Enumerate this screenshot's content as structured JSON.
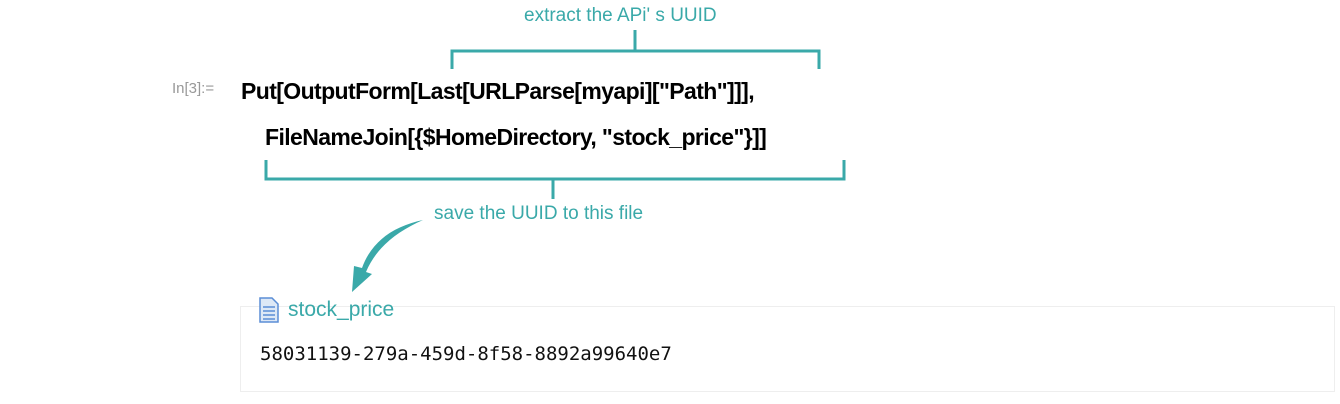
{
  "annotations": {
    "top": "extract the APi' s UUID",
    "bottom": "save the UUID to this file"
  },
  "cell": {
    "label": "In[3]:=",
    "line1": "Put[OutputForm[Last[URLParse[myapi][\"Path\"]]],",
    "line2": "FileNameJoin[{$HomeDirectory, \"stock_price\"}]]"
  },
  "file": {
    "icon": "document-icon",
    "name": "stock_price",
    "content": "58031139-279a-459d-8f58-8892a99640e7"
  },
  "colors": {
    "accent": "#3aa9a9"
  }
}
